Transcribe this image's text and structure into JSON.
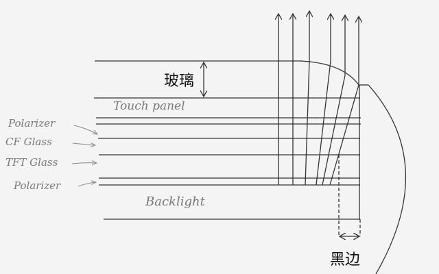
{
  "labels": {
    "glass": "玻璃",
    "touch_panel": "Touch panel",
    "polarizer_top": "Polarizer",
    "cf_glass": "CF Glass",
    "tft_glass": "TFT Glass",
    "polarizer_bottom": "Polarizer",
    "backlight": "Backlight",
    "black_border": "黑边"
  },
  "colors": {
    "line": "#333333",
    "handwriting": "#777777"
  }
}
